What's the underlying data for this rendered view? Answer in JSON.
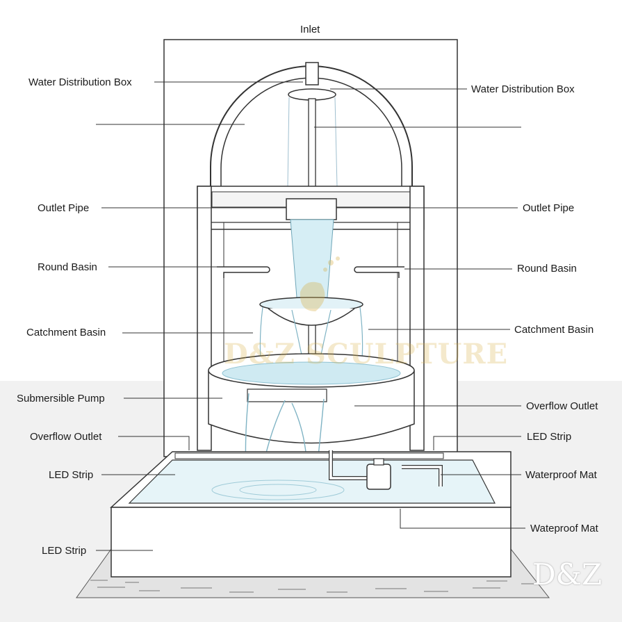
{
  "diagram": {
    "top_label": "Inlet",
    "left_labels": [
      "Water Distribution Box",
      "Outlet Pipe",
      "Round Basin",
      "Catchment Basin",
      "Submersible Pump",
      "Overflow Outlet",
      "LED Strip",
      "LED Strip"
    ],
    "right_labels": [
      "Water Distribution Box",
      "Outlet Pipe",
      "Round Basin",
      "Catchment Basin",
      "Overflow Outlet",
      "LED Strip",
      "Waterproof Mat",
      "Wateproof Mat"
    ]
  },
  "watermark": {
    "center": "D&Z SCULPTURE",
    "corner": "D&Z"
  },
  "colors": {
    "line": "#2a2a2a",
    "water": "#cfeaf2",
    "water_dark": "#9fd0de",
    "gold": "#d8b24a",
    "floor": "#ededed"
  }
}
